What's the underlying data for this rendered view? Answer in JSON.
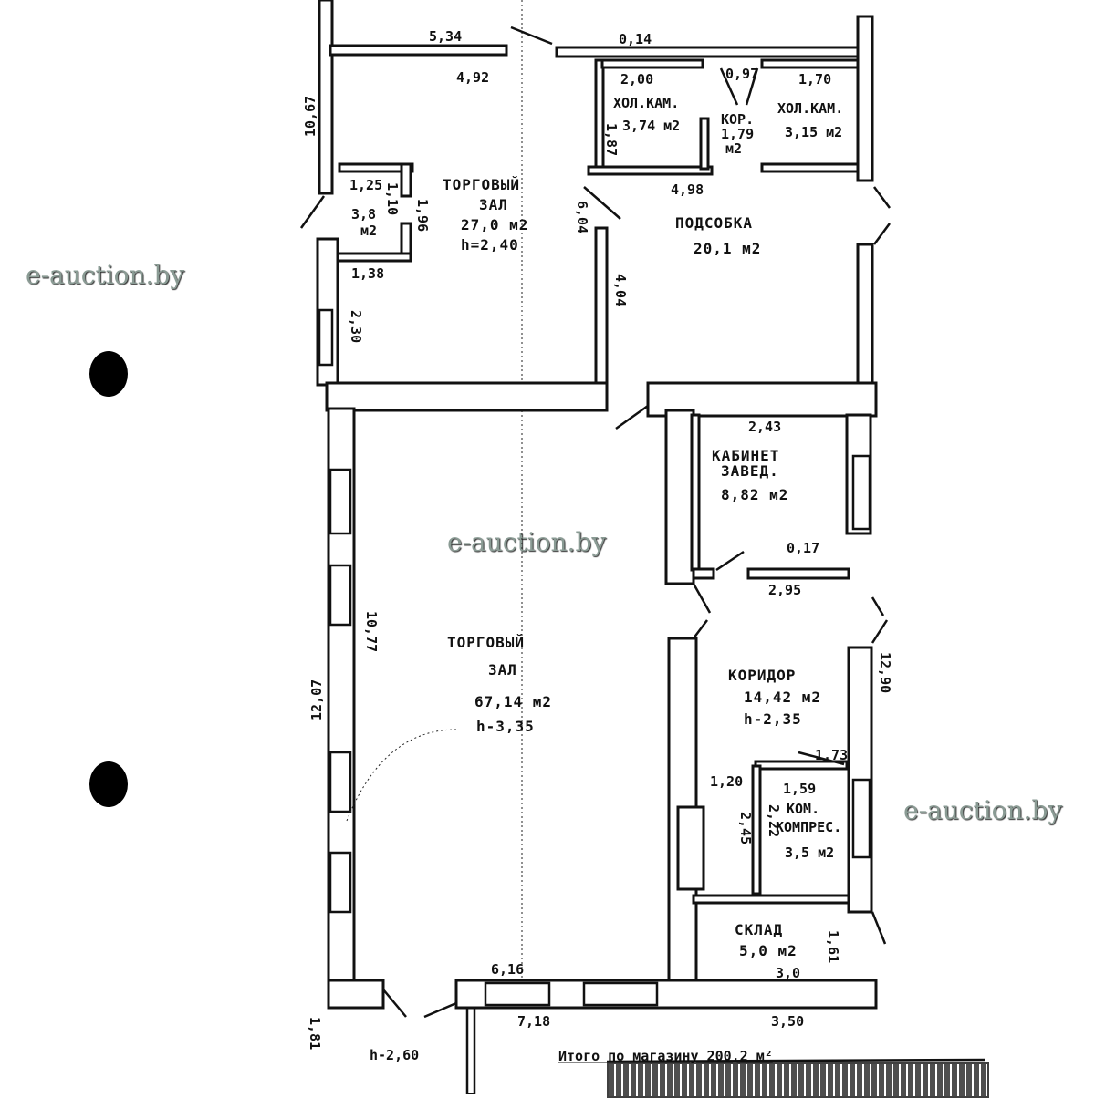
{
  "watermarks": [
    "e-auction.by",
    "e-auction.by",
    "e-auction.by"
  ],
  "rooms": {
    "trade_hall_small": {
      "name1": "ТОРГОВЫЙ",
      "name2": "ЗАЛ",
      "area": "27,0 м2",
      "height": "h=2,40"
    },
    "utility": {
      "name": "ПОДСОБКА",
      "area": "20,1 м2"
    },
    "cold_room_1": {
      "name": "ХОЛ.КАМ.",
      "area": "3,74 м2"
    },
    "cold_room_2": {
      "name": "ХОЛ.КАМ.",
      "area": "3,15 м2"
    },
    "corridor_small": {
      "name": "КОР.",
      "area": "1,79",
      "unit": "м2"
    },
    "small_room": {
      "area": "3,8",
      "unit": "м2"
    },
    "office": {
      "name1": "КАБИНЕТ",
      "name2": "ЗАВЕД.",
      "area": "8,82 м2"
    },
    "trade_hall_main": {
      "name1": "ТОРГОВЫЙ",
      "name2": "ЗАЛ",
      "area": "67,14 м2",
      "height": "h-3,35"
    },
    "corridor": {
      "name": "КОРИДОР",
      "area": "14,42 м2",
      "height": "h-2,35"
    },
    "compressor": {
      "name1": "КОМ.",
      "name2": "КОМПРЕС.",
      "area": "3,5 м2"
    },
    "storage": {
      "name": "СКЛАД",
      "area": "5,0 м2"
    }
  },
  "dimensions": [
    "5,34",
    "4,92",
    "0,14",
    "10,67",
    "2,00",
    "0,97",
    "1,70",
    "1,87",
    "4,98",
    "1,25",
    "1,10",
    "1,96",
    "1,38",
    "2,30",
    "6,04",
    "4,04",
    "2,43",
    "0,17",
    "2,95",
    "10,77",
    "12,07",
    "12,90",
    "1,73",
    "1,20",
    "1,59",
    "2,45",
    "2,22",
    "3,0",
    "1,61",
    "6,16",
    "7,18",
    "3,50",
    "1,81",
    "h-2,60"
  ],
  "total": "Итого по магазину   200,2 м²",
  "stamp_text": "illegible stamp"
}
